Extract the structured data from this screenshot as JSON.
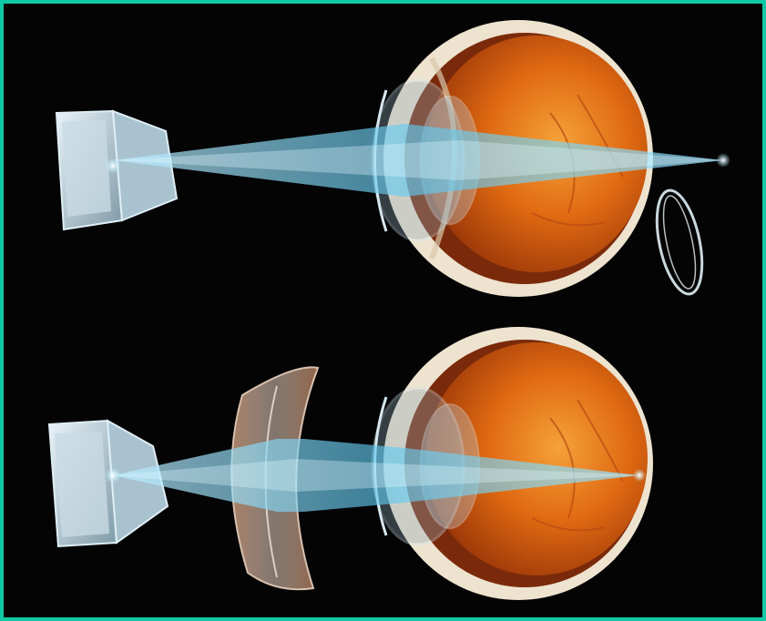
{
  "image": {
    "subject": "hyperopia-correction-illustration",
    "panels": [
      {
        "name": "uncorrected-eye",
        "corrective_lens": false
      },
      {
        "name": "corrected-eye",
        "corrective_lens": true
      }
    ]
  },
  "colors": {
    "frame_border": "#10c9a4",
    "background": "#040405",
    "retina": "#e06a12",
    "light_beam": "#5fc8ee",
    "sclera": "#eee3cf",
    "lens_tint": "#b98a68"
  },
  "icons": [
    "book-object-icon",
    "eyeball-icon",
    "light-beam-icon",
    "contact-lens-icon",
    "convex-lens-icon"
  ]
}
